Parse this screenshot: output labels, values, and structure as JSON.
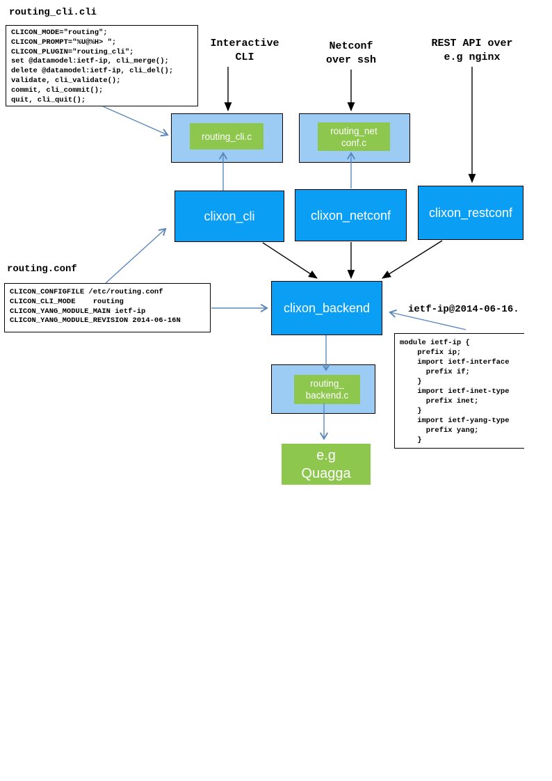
{
  "colors": {
    "bright-blue": "#0a9ff5",
    "light-blue": "#9ccbf3",
    "green": "#8dc74d",
    "arrow-blue": "#5b87bd"
  },
  "files": {
    "cli": {
      "title": "routing_cli.cli",
      "code": [
        "CLICON_MODE=\"routing\";",
        "CLICON_PROMPT=\"%U@%H> \";",
        "CLICON_PLUGIN=\"routing_cli\";",
        "set @datamodel:ietf-ip, cli_merge();",
        "delete @datamodel:ietf-ip, cli_del();",
        "validate, cli_validate();",
        "commit, cli_commit();",
        "quit, cli_quit();"
      ]
    },
    "conf": {
      "title": "routing.conf",
      "code": [
        "CLICON_CONFIGFILE /etc/routing.conf",
        "CLICON_CLI_MODE    routing",
        "CLICON_YANG_MODULE_MAIN ietf-ip",
        "CLICON_YANG_MODULE_REVISION 2014-06-16N"
      ]
    },
    "yang": {
      "title": "ietf-ip@2014-06-16.",
      "code": [
        "module ietf-ip {",
        "    prefix ip;",
        "    import ietf-interface",
        "      prefix if;",
        "    }",
        "    import ietf-inet-type",
        "      prefix inet;",
        "    }",
        "    import ietf-yang-type",
        "      prefix yang;",
        "    }"
      ]
    }
  },
  "labels": {
    "interactive_cli": [
      "Interactive",
      "CLI"
    ],
    "netconf_ssh": [
      "Netconf",
      "over ssh"
    ],
    "rest_api": [
      "REST API over",
      "e.g nginx"
    ]
  },
  "nodes": {
    "routing_cli_c": "routing_cli.c",
    "routing_netconf_c": [
      "routing_net",
      "conf.c"
    ],
    "clixon_cli": "clixon_cli",
    "clixon_netconf": "clixon_netconf",
    "clixon_restconf": "clixon_restconf",
    "clixon_backend": "clixon_backend",
    "routing_backend_c": [
      "routing_",
      "backend.c"
    ],
    "quagga": [
      "e.g",
      "Quagga"
    ]
  }
}
